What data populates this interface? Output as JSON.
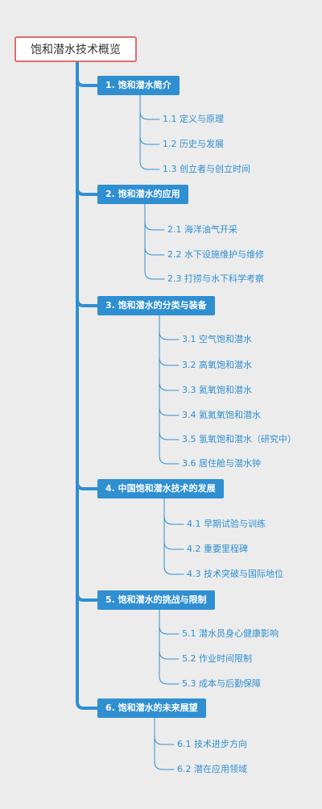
{
  "root": "饱和潜水技术概览",
  "colors": {
    "branch": "#2f8fd1",
    "root_border": "#e06c6c",
    "background": "#ececec"
  },
  "sections": [
    {
      "title": "1. 饱和潜水简介",
      "items": [
        "1.1 定义与原理",
        "1.2 历史与发展",
        "1.3 创立者与创立时间"
      ]
    },
    {
      "title": "2. 饱和潜水的应用",
      "items": [
        "2.1 海洋油气开采",
        "2.2 水下设施维护与维修",
        "2.3 打捞与水下科学考察"
      ]
    },
    {
      "title": "3. 饱和潜水的分类与装备",
      "items": [
        "3.1 空气饱和潜水",
        "3.2 高氧饱和潜水",
        "3.3 氦氧饱和潜水",
        "3.4 氦氮氧饱和潜水",
        "3.5 氢氧饱和潜水（研究中）",
        "3.6 居住舱与潜水钟"
      ]
    },
    {
      "title": "4. 中国饱和潜水技术的发展",
      "items": [
        "4.1 早期试验与训练",
        "4.2 重要里程碑",
        "4.3 技术突破与国际地位"
      ]
    },
    {
      "title": "5. 饱和潜水的挑战与限制",
      "items": [
        "5.1 潜水员身心健康影响",
        "5.2 作业时间限制",
        "5.3 成本与后勤保障"
      ]
    },
    {
      "title": "6. 饱和潜水的未来展望",
      "items": [
        "6.1 技术进步方向",
        "6.2 潜在应用领域"
      ]
    }
  ]
}
